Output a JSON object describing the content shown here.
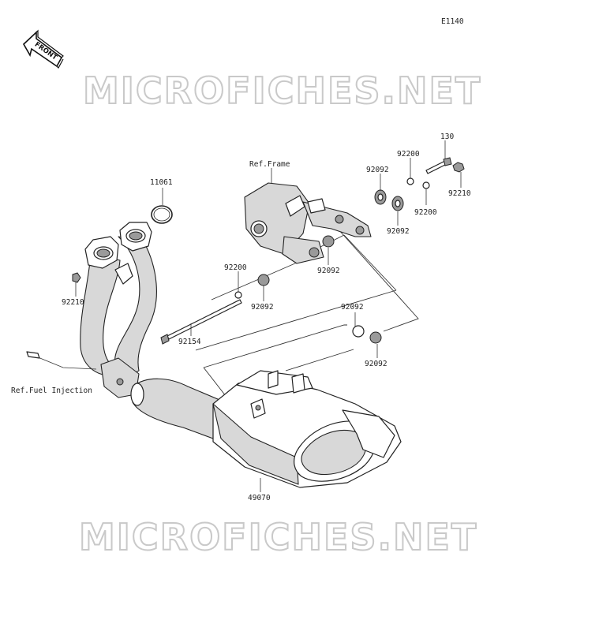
{
  "diagram_code": "E1140",
  "front_label": "FRONT",
  "watermark": "MICROFICHES.NET",
  "references": {
    "frame": "Ref.Frame",
    "fuel_injection": "Ref.Fuel Injection"
  },
  "parts": {
    "p130": "130",
    "p11061": "11061",
    "p92200_top": "92200",
    "p92092_top_left": "92092",
    "p92210_right": "92210",
    "p92200_right": "92200",
    "p92092_top_mid": "92092",
    "p92092_frame": "92092",
    "p92200_left": "92200",
    "p92092_left": "92092",
    "p92210_left": "92210",
    "p92154": "92154",
    "p92092_lower_a": "92092",
    "p92092_lower_b": "92092",
    "p49070": "49070"
  }
}
